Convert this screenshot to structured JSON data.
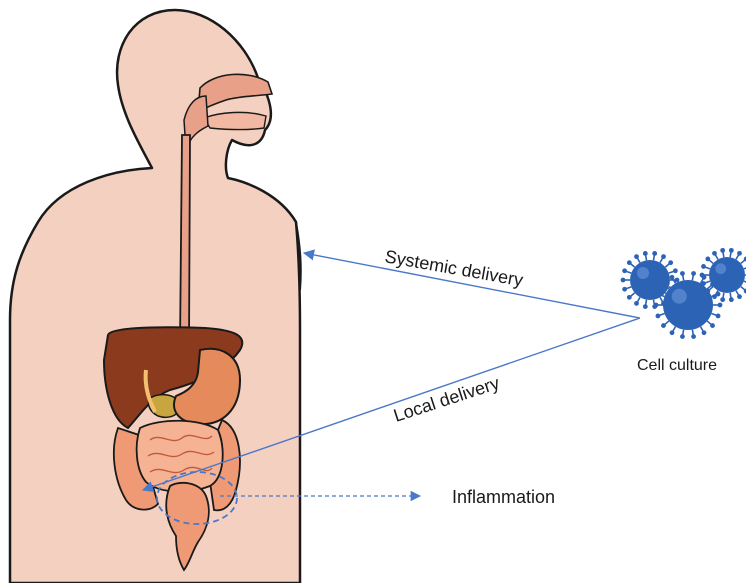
{
  "labels": {
    "systemic": "Systemic delivery",
    "local": "Local delivery",
    "cell_culture": "Cell culture",
    "inflammation": "Inflammation"
  },
  "colors": {
    "skin": "#f4d0c0",
    "outline": "#1a1a1a",
    "liver": "#8b3a1e",
    "stomach": "#e58a5a",
    "intestine": "#ef9a75",
    "esophagus": "#e8a088",
    "arrow": "#4a78c8",
    "virus": "#2d63b5"
  },
  "icons": {
    "virus": "virus-icon"
  }
}
